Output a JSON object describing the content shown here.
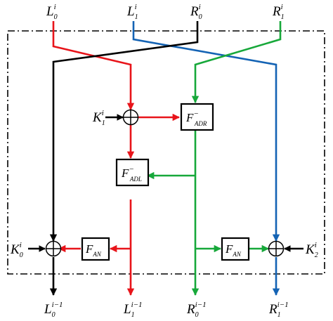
{
  "colors": {
    "red": "#e8141a",
    "green": "#17a83a",
    "blue": "#1463b4",
    "black": "#000000"
  },
  "inputs": {
    "l0": {
      "base": "L",
      "sub": "0",
      "sup": "i"
    },
    "l1": {
      "base": "L",
      "sub": "1",
      "sup": "i"
    },
    "r0": {
      "base": "R",
      "sub": "0",
      "sup": "i"
    },
    "r1": {
      "base": "R",
      "sub": "1",
      "sup": "i"
    }
  },
  "outputs": {
    "l0": {
      "base": "L",
      "sub": "0",
      "sup": "i−1"
    },
    "l1": {
      "base": "L",
      "sub": "1",
      "sup": "i−1"
    },
    "r0": {
      "base": "R",
      "sub": "0",
      "sup": "i−1"
    },
    "r1": {
      "base": "R",
      "sub": "1",
      "sup": "i−1"
    }
  },
  "keys": {
    "k0": {
      "base": "K",
      "sub": "0",
      "sup": "i"
    },
    "k1": {
      "base": "K",
      "sub": "1",
      "sup": "i"
    },
    "k2": {
      "base": "K",
      "sub": "2",
      "sup": "i"
    }
  },
  "functions": {
    "adr": {
      "base": "F",
      "sup": "−",
      "sub": "ADR"
    },
    "adl": {
      "base": "F",
      "sup": "−",
      "sub": "ADL"
    },
    "an_left": {
      "base": "F",
      "sub": "AN"
    },
    "an_right": {
      "base": "F",
      "sub": "AN"
    }
  }
}
